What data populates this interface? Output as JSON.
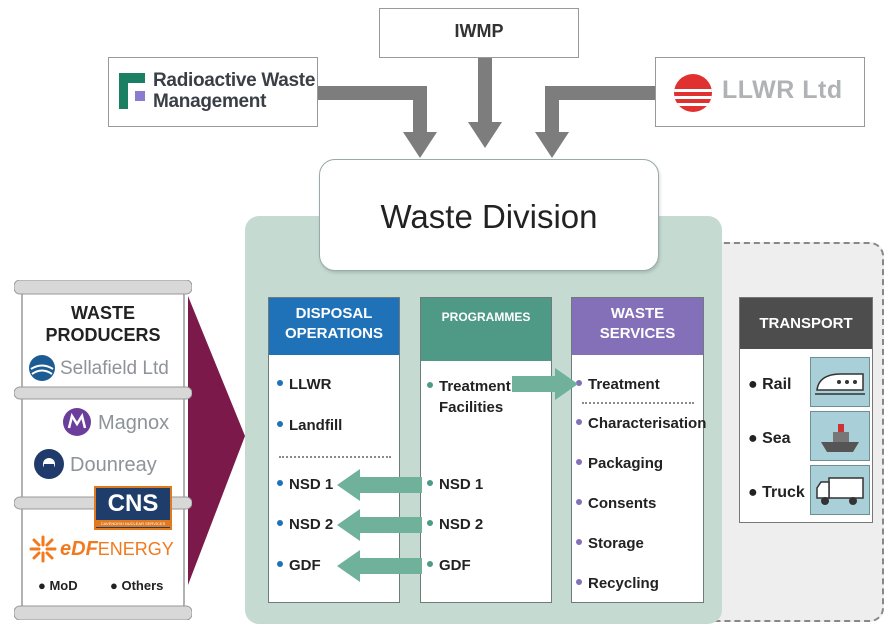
{
  "top": {
    "iwmp": "IWMP",
    "rwm": [
      "Radioactive Waste",
      "Management"
    ],
    "llwr": "LLWR Ltd"
  },
  "waste_division": "Waste Division",
  "producers": {
    "title": [
      "WASTE",
      "PRODUCERS"
    ],
    "sellafield": "Sellafield Ltd",
    "magnox": "Magnox",
    "dounreay": "Dounreay",
    "cns": "CNS",
    "cns_sub": "CAVENDISH NUCLEAR SERVICES",
    "edf_prefix": "eDF",
    "edf_suffix": "ENERGY",
    "mod": "MoD",
    "others": "Others"
  },
  "disposal": {
    "header": [
      "DISPOSAL",
      "OPERATIONS"
    ],
    "items": [
      "LLWR",
      "Landfill",
      "NSD 1",
      "NSD 2",
      "GDF"
    ]
  },
  "programmes": {
    "header": "PROGRAMMES",
    "treatment": [
      "Treatment",
      "Facilities"
    ],
    "items": [
      "NSD 1",
      "NSD 2",
      "GDF"
    ]
  },
  "services": {
    "header": [
      "WASTE",
      "SERVICES"
    ],
    "items": [
      "Treatment",
      "Characterisation",
      "Packaging",
      "Consents",
      "Storage",
      "Recycling"
    ]
  },
  "transport": {
    "header": "TRANSPORT",
    "items": [
      "Rail",
      "Sea",
      "Truck"
    ]
  },
  "colors": {
    "disposal_blue": "#1f72b8",
    "programmes_green": "#4e9a86",
    "services_purple": "#8470b8",
    "transport_dark": "#4d4d4d",
    "panel_green": "#c5dbd1",
    "arrow_green": "#6fb19b",
    "arrow_grey": "#7d7d7d",
    "barrel_maroon": "#7b1a4a"
  }
}
